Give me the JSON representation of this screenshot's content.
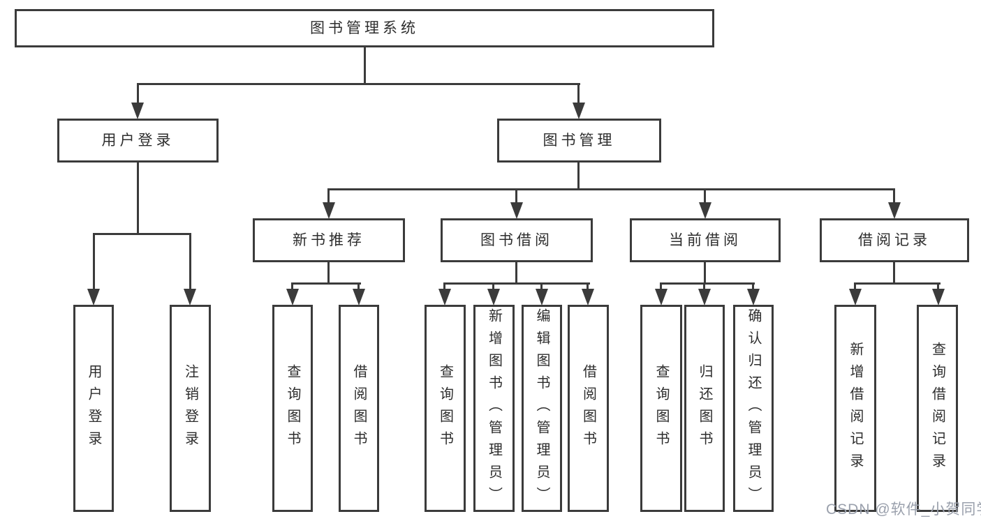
{
  "colors": {
    "line": "#3b3b3b",
    "text": "#2d2d2d",
    "background": "#ffffff",
    "watermark": "#9aa0ac"
  },
  "nodes": {
    "root": {
      "label": "图书管理系统"
    },
    "level2": [
      {
        "label": "用户登录"
      },
      {
        "label": "图书管理"
      }
    ],
    "level3": [
      {
        "label": "新书推荐"
      },
      {
        "label": "图书借阅"
      },
      {
        "label": "当前借阅"
      },
      {
        "label": "借阅记录"
      }
    ],
    "leaves": [
      {
        "label": "用户登录"
      },
      {
        "label": "注销登录"
      },
      {
        "label": "查询图书"
      },
      {
        "label": "借阅图书"
      },
      {
        "label": "查询图书"
      },
      {
        "label": "新增图书（管理员）"
      },
      {
        "label": "编辑图书（管理员）"
      },
      {
        "label": "借阅图书"
      },
      {
        "label": "查询图书"
      },
      {
        "label": "归还图书"
      },
      {
        "label": "确认归还（管理员）"
      },
      {
        "label": "新增借阅记录"
      },
      {
        "label": "查询借阅记录"
      }
    ]
  },
  "watermark": {
    "text": "CSDN @软件_小贺同学"
  }
}
